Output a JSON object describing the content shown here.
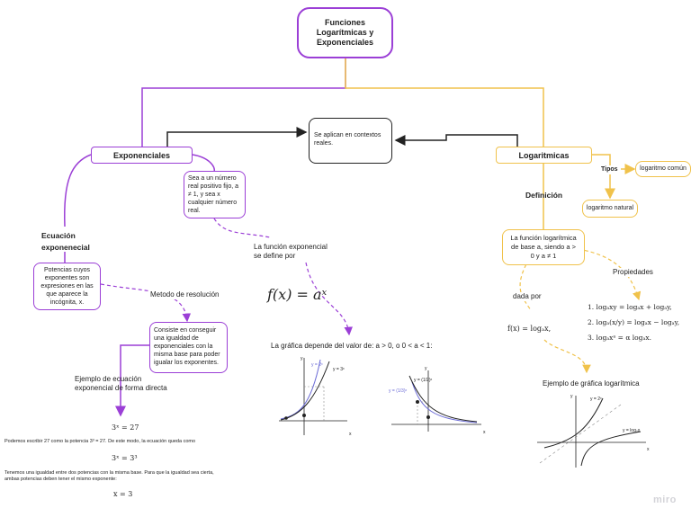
{
  "nodes": {
    "root": "Funciones\nLogarítmicas y\nExponenciales",
    "exponenciales": "Exponenciales",
    "logaritmicas": "Logaritmicas",
    "center": "Se aplican en contextos reales.",
    "expo_def": "Sea a un número real positivo fijo, a ≠ 1, y sea x cualquier número real.",
    "ecuacion_title": "Ecuación\nexponenecial",
    "ecuacion_def": "Potencias cuyos exponentes son expresiones en las que aparece la incógnita, x.",
    "metodo_label": "Metodo de resolución",
    "metodo_box": "Consiste en conseguir una igualdad de exponenciales con la misma base para poder igualar los exponentes.",
    "ejemplo_ecuacion": "Ejemplo de ecuación\nexponencial de forma directa",
    "eq1": "3ˣ = 27",
    "paso1": "Podemos escribir 27 como la potencia 3³ = 27. De este modo, la ecuación queda como",
    "eq2": "3ˣ = 3³",
    "paso2": "Tenemos una igualdad entre dos potencias con la misma base. Para que la igualdad sea cierta,\nambas potencias deben tener el mismo exponente:",
    "eq3": "x = 3",
    "funcion_label": "La función exponencial\nse define por",
    "funcion_formula": "f(x) = aˣ",
    "grafica_label": "La gráfica depende del valor de: a > 0, o 0 < a < 1:",
    "definicion": "Definición",
    "tipos": "Tipos",
    "log_comun": "logaritmo común",
    "log_natural": "logaritmo natural",
    "log_def": "La función logarítmica de base a, siendo a > 0 y a ≠ 1",
    "dada_por": "dada por",
    "propiedades": "Propiedades",
    "log_formula": "f(x) = logₐx,",
    "prop1": "1.  logₐxy = logₐx + logₐy,",
    "prop2": "2.  logₐ(x/y) = logₐx − logₐy,",
    "prop3": "3.  logₐxᵃ = α logₐx.",
    "ejemplo_grafica_log": "Ejemplo de gráfica logarítmica",
    "watermark": "miro"
  },
  "graph_labels": {
    "g1_curve1": "y = 2ˣ",
    "g1_curve2": "y = 3ˣ",
    "g2_curve1": "y = (1/2)ˣ",
    "g2_curve2": "y = (1/3)ˣ",
    "g3_curve1": "y = 2ˣ",
    "g3_curve2": "y = log₂x",
    "axis_x": "x",
    "axis_y": "y"
  },
  "colors": {
    "purple": "#9b3fd6",
    "orange": "#f0c24b",
    "black": "#222222"
  }
}
